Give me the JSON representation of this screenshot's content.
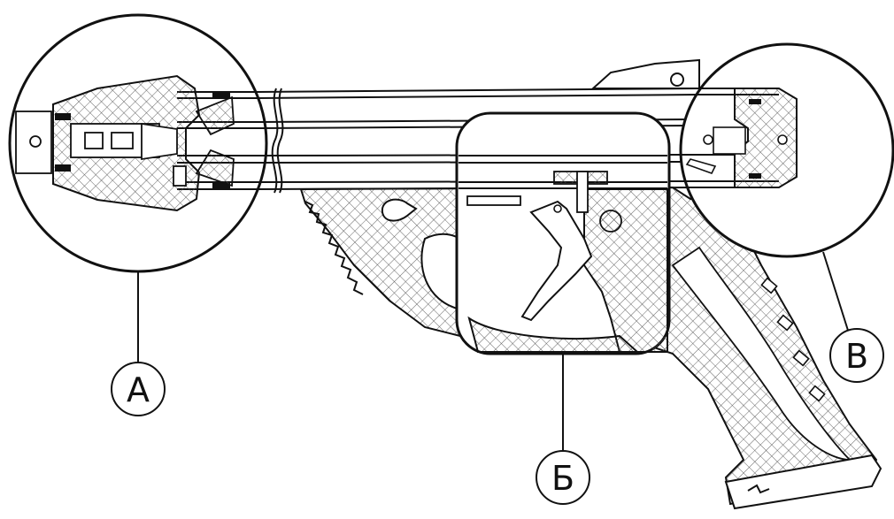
{
  "callouts": {
    "a": {
      "letter": "A"
    },
    "b": {
      "letter": "Б"
    },
    "c": {
      "letter": "B"
    }
  },
  "colors": {
    "ink": "#111111",
    "background": "#ffffff",
    "hatch": "#555555"
  }
}
